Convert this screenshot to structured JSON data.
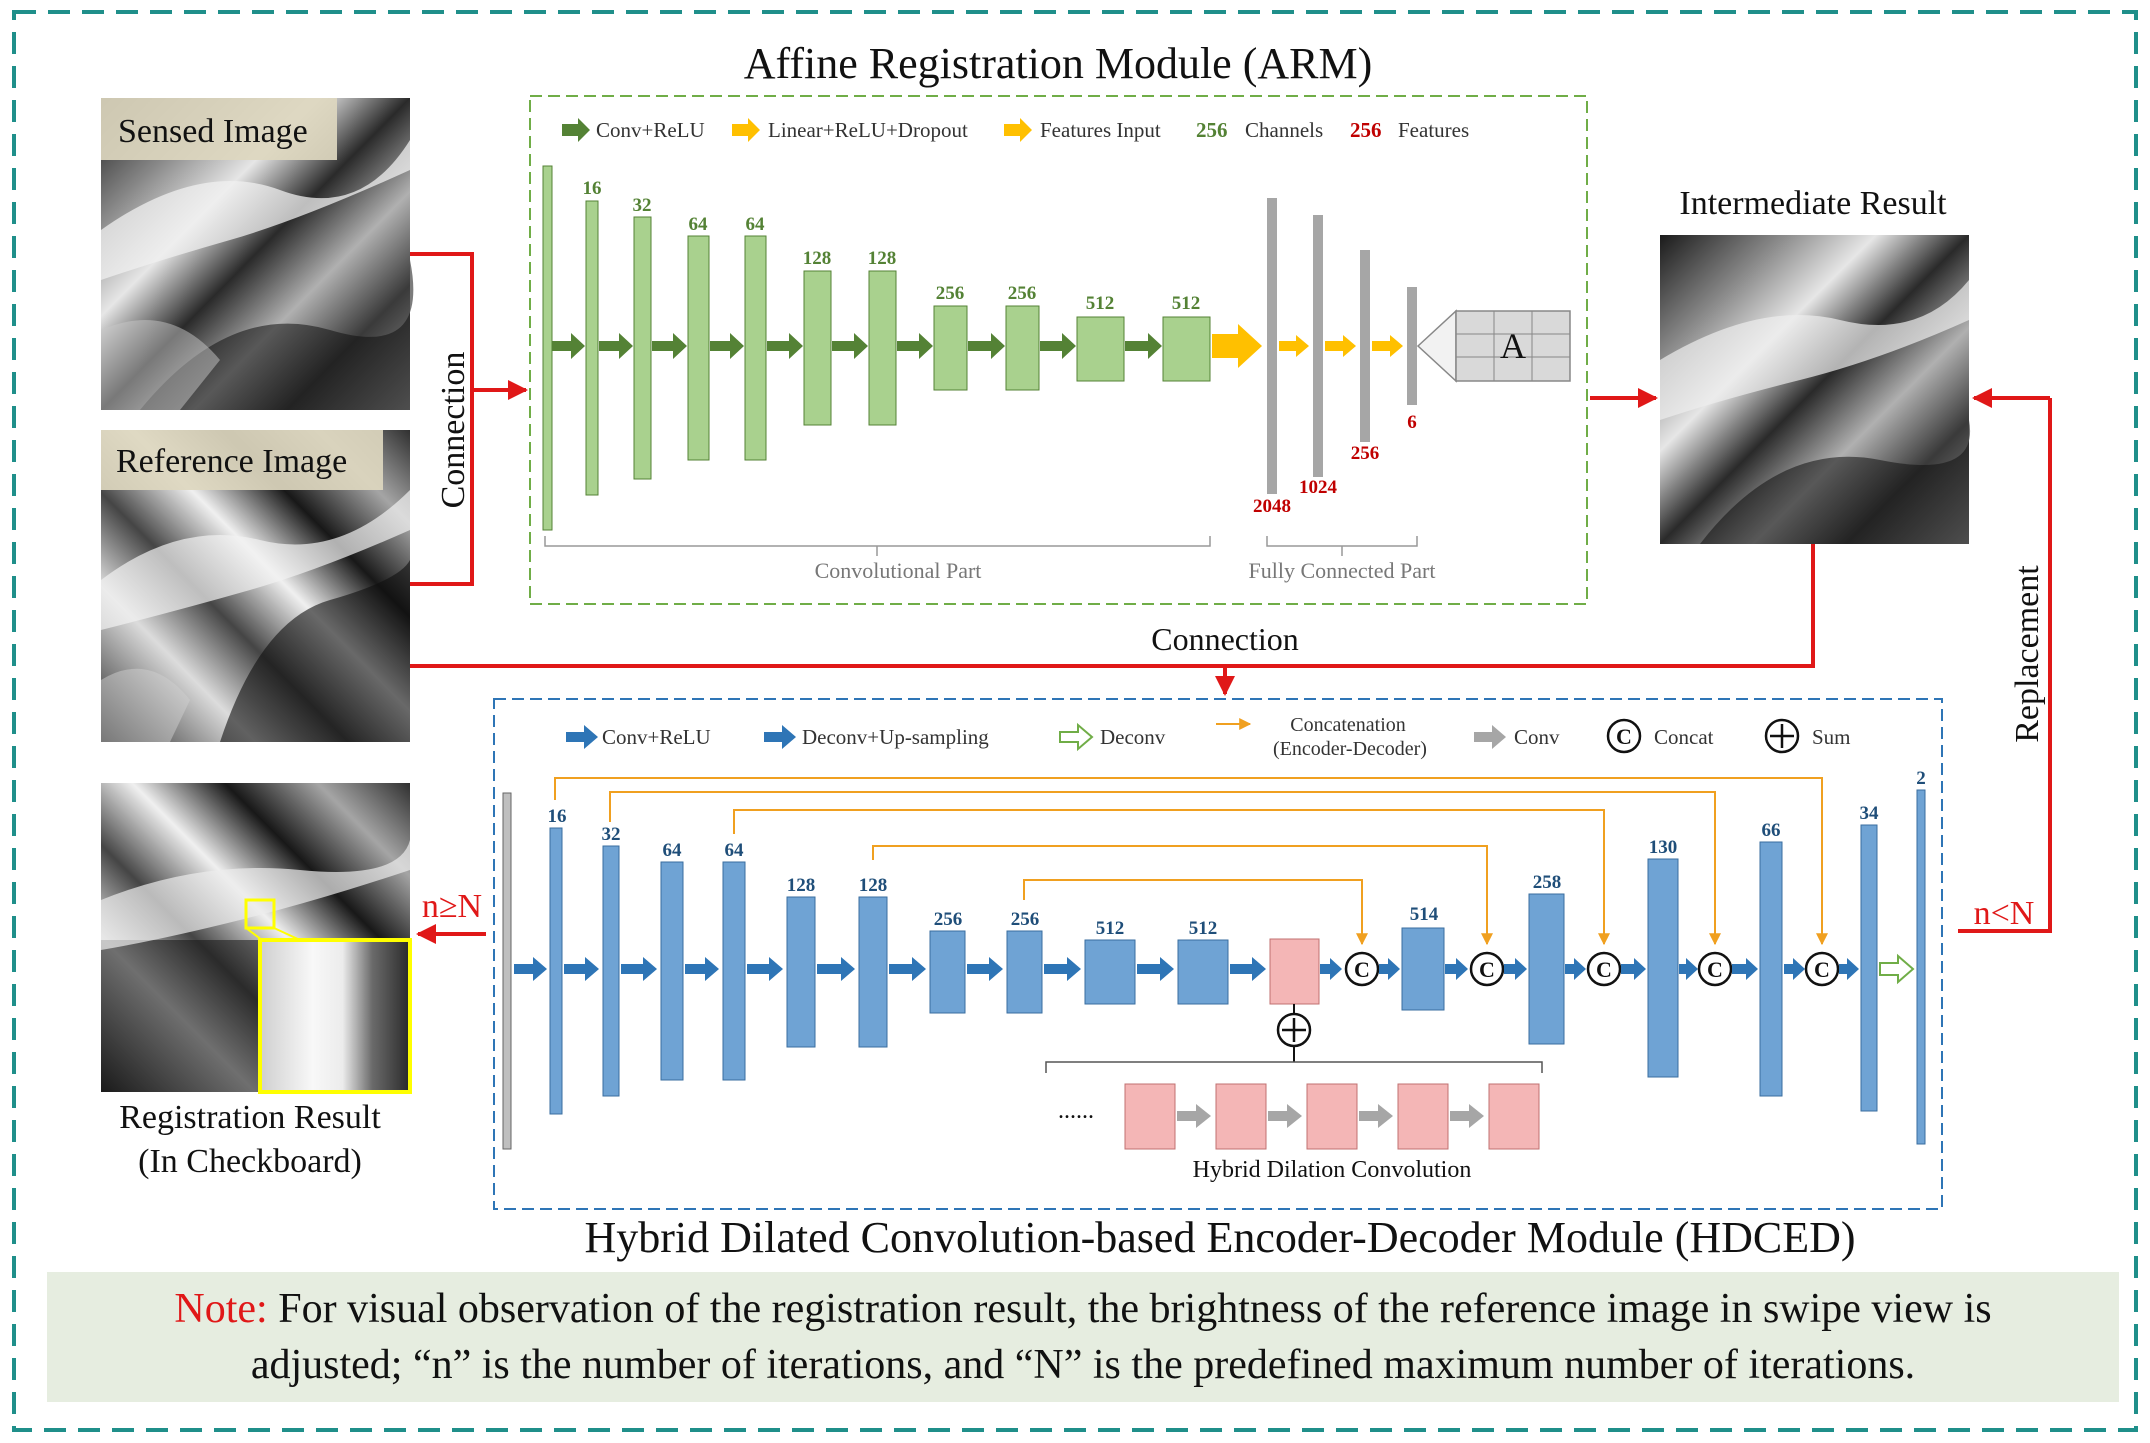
{
  "arm": {
    "title": "Affine Registration Module (ARM)",
    "legend": {
      "conv_relu": "Conv+ReLU",
      "linear_relu_dropout": "Linear+ReLU+Dropout",
      "features_input": "Features Input",
      "channels_num": "256",
      "channels": "Channels",
      "features_num": "256",
      "features": "Features"
    },
    "conv_channels": [
      "16",
      "32",
      "64",
      "64",
      "128",
      "128",
      "256",
      "256",
      "512",
      "512"
    ],
    "fc_features": [
      "2048",
      "1024",
      "256",
      "6"
    ],
    "affine_label": "A",
    "conv_part_label": "Convolutional Part",
    "fc_part_label": "Fully Connected Part"
  },
  "inputs": {
    "sensed_label": "Sensed Image",
    "reference_label": "Reference Image"
  },
  "intermediate_label": "Intermediate Result",
  "connection_vertical": "Connection",
  "connection_horizontal": "Connection",
  "replacement_label": "Replacement",
  "n_ge_label": "n≥N",
  "n_lt_label": "n<N",
  "result": {
    "line1": "Registration Result",
    "line2": "(In Checkboard)"
  },
  "hdced": {
    "title": "Hybrid Dilated Convolution-based Encoder-Decoder Module (HDCED)",
    "legend": {
      "conv_relu": "Conv+ReLU",
      "deconv_upsampling": "Deconv+Up-sampling",
      "deconv": "Deconv",
      "concatenation_1": "Concatenation",
      "concatenation_2": "(Encoder-Decoder)",
      "conv": "Conv",
      "concat": "Concat",
      "sum": "Sum",
      "concat_symbol": "C",
      "sum_symbol": "+"
    },
    "encoder_channels": [
      "16",
      "32",
      "64",
      "64",
      "128",
      "128",
      "256",
      "256",
      "512",
      "512"
    ],
    "decoder_channels": [
      "514",
      "258",
      "130",
      "66",
      "34",
      "2"
    ],
    "hdc_label": "Hybrid Dilation Convolution",
    "dots": "......"
  },
  "note": {
    "label": "Note:",
    "line1": "For visual observation of the registration result, the brightness of the reference image in swipe view is",
    "line2": "adjusted; “n” is the number of iterations, and “N” is the predefined maximum number of iterations."
  },
  "colors": {
    "frame": "#1f8f8a",
    "green_block": "#a9d18e",
    "green_arrow": "#548235",
    "yellow_arrow": "#ffc000",
    "gray_block": "#a6a6a6",
    "blue_block": "#6fa3d4",
    "blue_arrow": "#2e75b6",
    "pink_block": "#f4b6b6",
    "concat_line": "#f0a020",
    "red": "#e01818",
    "dark_red": "#c00000",
    "note_bg": "#e6ede0"
  }
}
